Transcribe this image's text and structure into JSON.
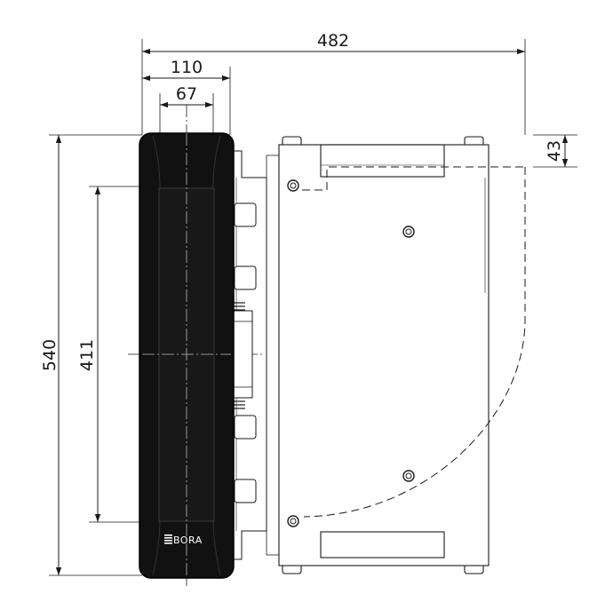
{
  "dimensions": {
    "overall_width": "482",
    "unit_depth": "110",
    "panel_width": "67",
    "top_offset": "43",
    "overall_height": "540",
    "panel_height": "411"
  },
  "brand": {
    "logo_text": "BORA"
  }
}
